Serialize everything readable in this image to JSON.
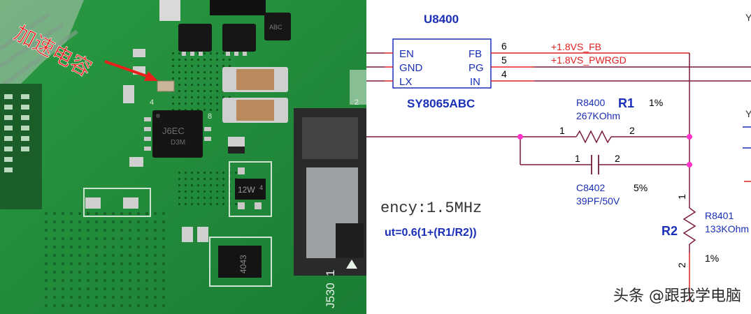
{
  "photo": {
    "annotation": "加速电容",
    "chip_main_marking": [
      "J6EC",
      "D3M"
    ],
    "chip_small_marking": "12W",
    "chip_bottom_marking": "4043",
    "silk_connector": "J530",
    "silk_digit": "1",
    "silk_pin_1": "2",
    "silk_pin_2": "8",
    "silk_pin_3": "4",
    "silk_pin_4": "4",
    "silk_top_chip": "ABC"
  },
  "schematic": {
    "ic_ref": "U8400",
    "ic_part": "SY8065ABC",
    "pins_left": [
      "EN",
      "GND",
      "LX"
    ],
    "pins_right": [
      "FB",
      "PG",
      "IN"
    ],
    "pin_numbers": [
      "6",
      "5",
      "4"
    ],
    "net_fb": "+1.8VS_FB",
    "net_pg": "+1.8VS_PWRGD",
    "r1_ref": "R8400",
    "r1_value": "267KOhm",
    "r1_label": "R1",
    "r1_tol": "1%",
    "r1_pin1": "1",
    "r1_pin2": "2",
    "c_ref": "C8402",
    "c_value": "39PF/50V",
    "c_tol": "5%",
    "c_pin1": "1",
    "c_pin2": "2",
    "r2_ref": "R8401",
    "r2_value": "133KOhm",
    "r2_label": "R2",
    "r2_tol": "1%",
    "r2_pin1": "1",
    "r2_pin2": "2",
    "freq_text": "ency:1.5MHz",
    "formula_text": "ut=0.6(1+(R1/R2))",
    "margin_mark": "Y"
  },
  "watermark": "头条 @跟我学电脑",
  "colors": {
    "pcb": "#1f8f3a",
    "pcb_dark": "#0f5a22",
    "annotation_red": "#e8201c",
    "wire": "#7a1a3a",
    "net_red": "#e02020",
    "junction": "#ff33cc",
    "label_blue": "#1a2fb8"
  }
}
